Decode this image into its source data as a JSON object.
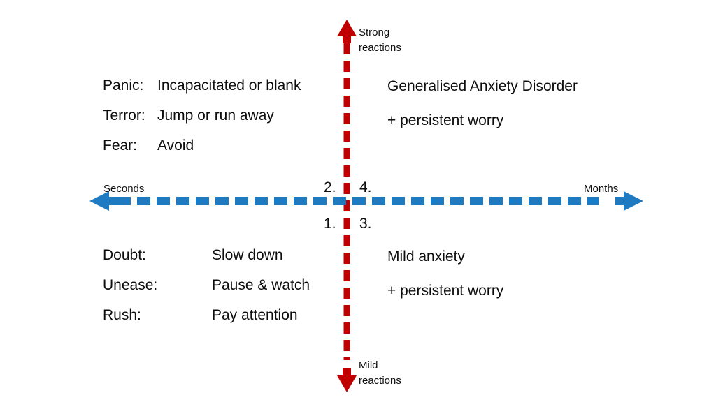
{
  "diagram": {
    "title": "Anxiety response quadrant diagram",
    "colors": {
      "vertical_axis": "#C00000",
      "horizontal_axis": "#1F7BC1",
      "text": "#0D0D0D",
      "background": "#FFFFFF"
    },
    "axes": {
      "vertical": {
        "name": "reaction-intensity-axis",
        "top_label": "Strong\nreactions",
        "bottom_label": "Mild\nreactions",
        "style": "dashed",
        "color": "#C00000"
      },
      "horizontal": {
        "name": "duration-axis",
        "left_label": "Seconds",
        "right_label": "Months",
        "style": "dashed",
        "color": "#1F7BC1"
      }
    },
    "quadrant_numbers": {
      "upper_left": "2.",
      "upper_right": "4.",
      "lower_left": "1.",
      "lower_right": "3."
    },
    "quadrants": {
      "top_left": {
        "name": "strong-short-quadrant",
        "rows": [
          {
            "term": "Panic:",
            "desc": "Incapacitated or blank"
          },
          {
            "term": "Terror:",
            "desc": "Jump or run away"
          },
          {
            "term": "Fear:",
            "desc": "Avoid"
          }
        ]
      },
      "top_right": {
        "name": "strong-long-quadrant",
        "lines": [
          "Generalised Anxiety Disorder",
          "+ persistent worry"
        ]
      },
      "bottom_left": {
        "name": "mild-short-quadrant",
        "rows": [
          {
            "term": "Doubt:",
            "desc": "Slow down"
          },
          {
            "term": "Unease:",
            "desc": "Pause & watch"
          },
          {
            "term": "Rush:",
            "desc": "Pay attention"
          }
        ]
      },
      "bottom_right": {
        "name": "mild-long-quadrant",
        "lines": [
          "Mild anxiety",
          "+ persistent worry"
        ]
      }
    }
  }
}
